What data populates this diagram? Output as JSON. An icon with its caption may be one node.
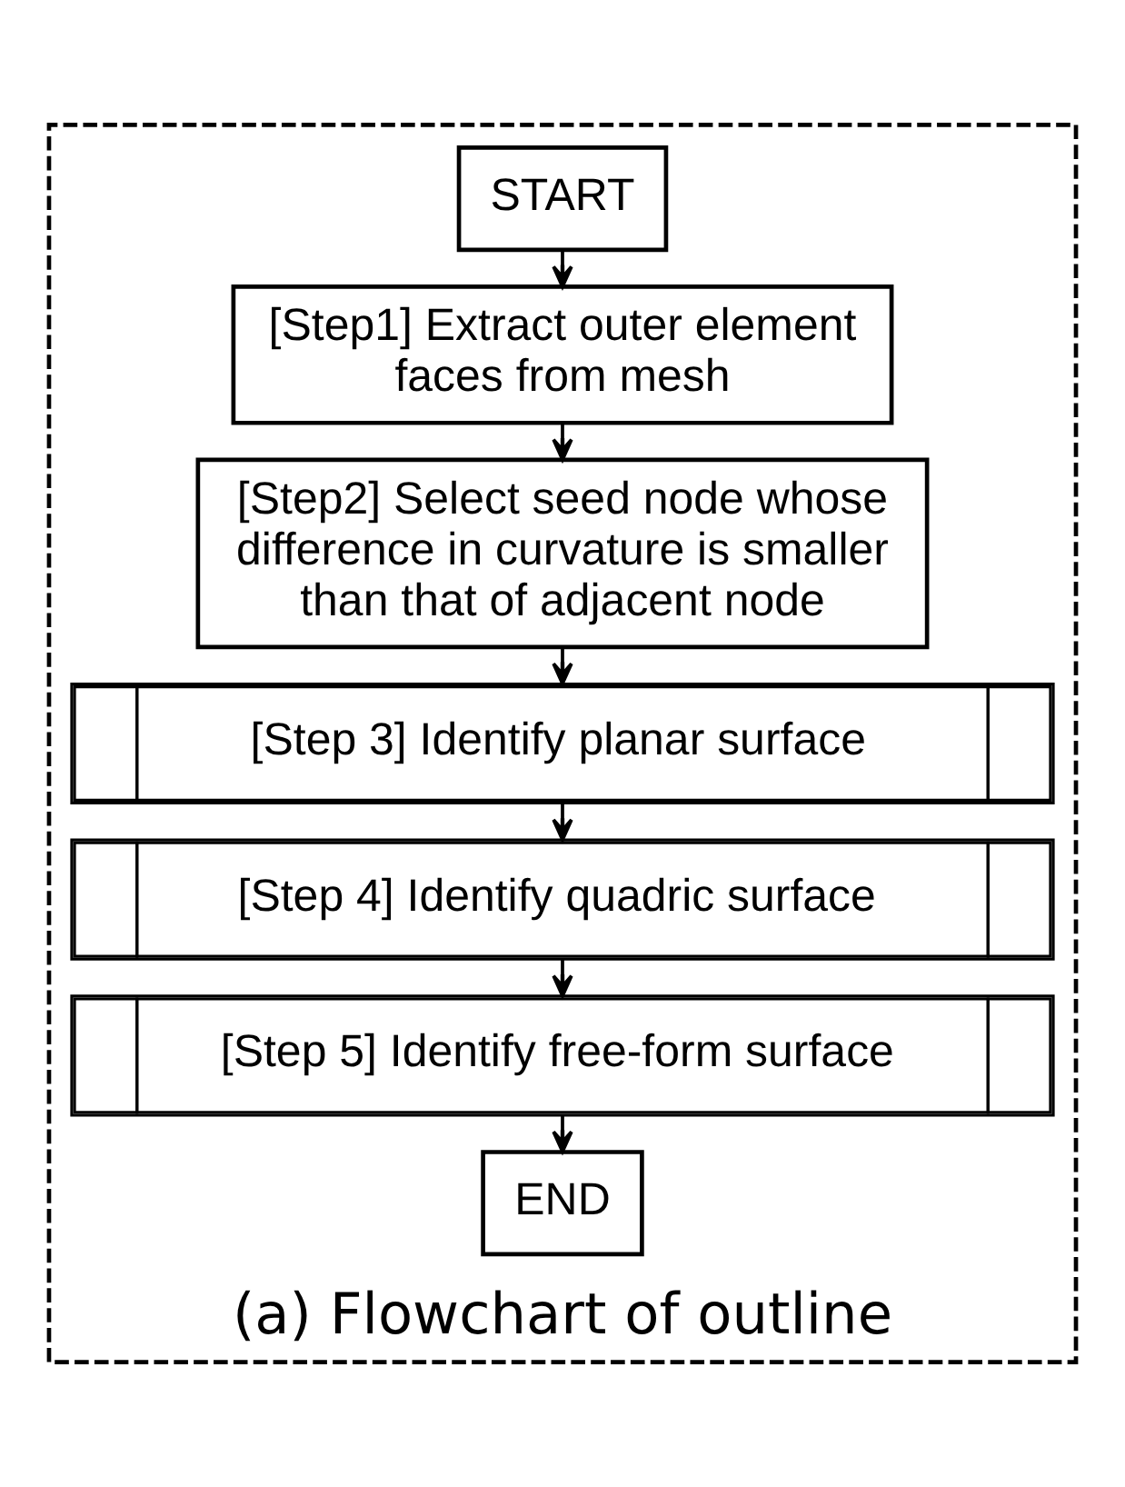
{
  "diagram": {
    "nodes": [
      {
        "text": [
          "(a) Flowchart of outline"
        ]
      },
      {
        "text": [
          "START"
        ],
        "in": 0
      },
      {
        "text": [
          "[Step1] Extract outer element faces from mesh"
        ],
        "in": 0
      },
      {
        "text": [
          "[Step2] Select seed node whose difference in curvature is smaller than that of adjacent node"
        ],
        "in": 0
      },
      {
        "text": [
          "[Step 3] Identify planar surface"
        ],
        "in": 0
      },
      {
        "text": [
          "[Step 4] Identify quadric surface"
        ],
        "in": 0
      },
      {
        "text": [
          "[Step 5] Identify free-form surface"
        ],
        "in": 0
      },
      {
        "text": [
          "END"
        ],
        "in": 0
      }
    ],
    "edges": [
      {
        "from": 1,
        "to": 2,
        "arrow": "to"
      },
      {
        "from": 2,
        "to": 3,
        "arrow": "to"
      },
      {
        "from": 3,
        "to": 4,
        "arrow": "to"
      },
      {
        "from": 4,
        "to": 5,
        "arrow": "to"
      },
      {
        "from": 5,
        "to": 6,
        "arrow": "to"
      },
      {
        "from": 6,
        "to": 7,
        "arrow": "to"
      }
    ]
  }
}
